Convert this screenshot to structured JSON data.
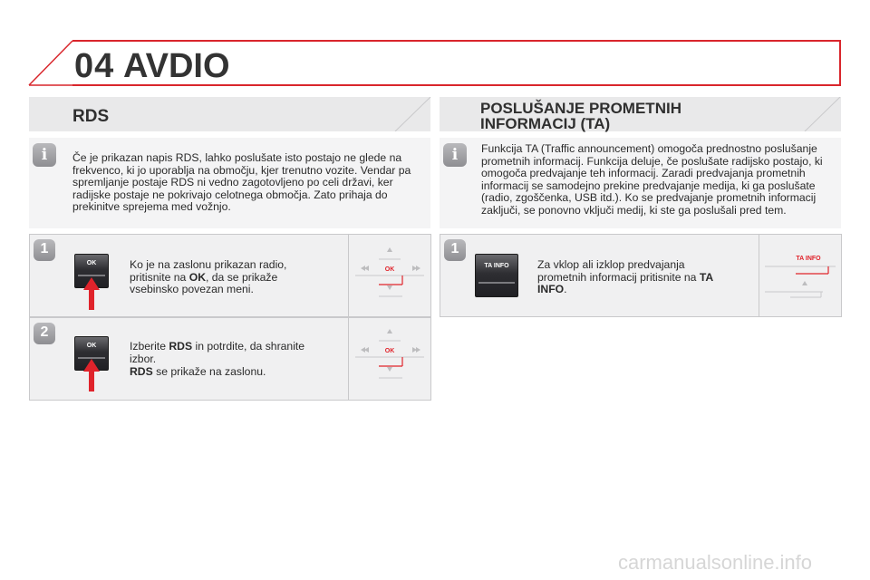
{
  "chapter": {
    "number": "04",
    "title": "AVDIO"
  },
  "left": {
    "section_title": "RDS",
    "info_text": "Če je prikazan napis RDS, lahko poslušate isto postajo ne glede na frekvenco, ki jo uporablja na območju, kjer trenutno vozite. Vendar pa spremljanje postaje RDS ni vedno zagotovljeno po celi državi, ker radijske postaje ne pokrivajo celotnega območja. Zato prihaja do prekinitve sprejema med vožnjo.",
    "step1": {
      "number": "1",
      "button_label": "OK",
      "text_a": "Ko je na zaslonu prikazan radio, pritisnite na ",
      "text_bold": "OK",
      "text_b": ", da se prikaže vsebinsko povezan meni.",
      "diagram_label": "OK"
    },
    "step2": {
      "number": "2",
      "button_label": "OK",
      "text_a": "Izberite ",
      "text_bold": "RDS",
      "text_b": " in potrdite, da shranite izbor.",
      "text2_bold": "RDS",
      "text2": " se prikaže na zaslonu.",
      "diagram_label": "OK"
    }
  },
  "right": {
    "section_title_line1": "POSLUŠANJE PROMETNIH",
    "section_title_line2": "INFORMACIJ (TA)",
    "info_text": "Funkcija TA (Traffic announcement) omogoča prednostno poslušanje prometnih informacij. Funkcija deluje, če poslušate radijsko postajo, ki omogoča predvajanje teh informacij. Zaradi predvajanja prometnih informacij se samodejno prekine predvajanje medija, ki ga poslušate (radio, zgoščenka, USB itd.). Ko se predvajanje prometnih informacij zaključi, se ponovno vključi medij, ki ste ga poslušali pred tem.",
    "step1": {
      "number": "1",
      "button_label": "TA INFO",
      "text_a": "Za vklop ali izklop predvajanja prometnih informacij pritisnite na ",
      "text_bold": "TA INFO",
      "text_b": ".",
      "diagram_label": "TA INFO"
    }
  },
  "footer": {
    "watermark": "carmanualsonline.info"
  },
  "colors": {
    "accent": "#d9262c",
    "panel_bg": "#f0f0f1",
    "header_bg": "#e9e9ea"
  },
  "icons": [
    "info-icon",
    "step-number-icon",
    "ok-button-icon",
    "ta-info-button-icon",
    "red-arrow-icon"
  ]
}
